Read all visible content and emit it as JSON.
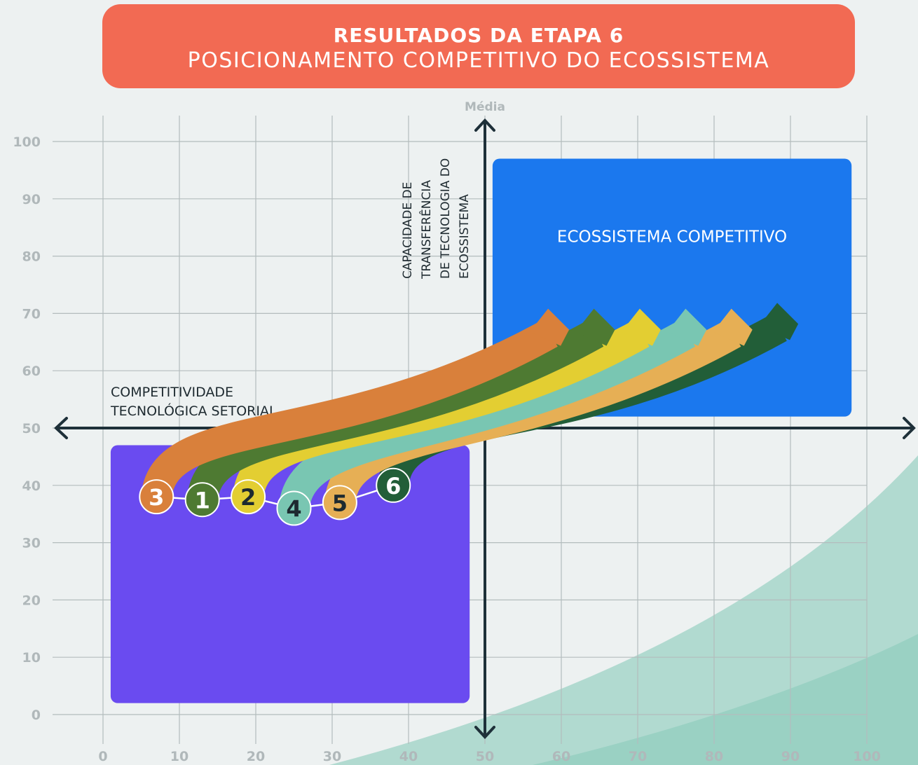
{
  "header": {
    "title": "RESULTADOS DA ETAPA 6",
    "subtitle": "POSICIONAMENTO COMPETITIVO DO ECOSSISTEMA"
  },
  "chart_data": {
    "type": "scatter",
    "title": "RESULTADOS DA ETAPA 6",
    "subtitle": "POSICIONAMENTO COMPETITIVO DO ECOSSISTEMA",
    "xlabel": "COMPETITIVIDADE TECNOLÓGICA SETORIAL",
    "ylabel": "CAPACIDADE DE TRANSFERÊNCIA DE TECNOLOGIA DO ECOSSISTEMA",
    "midpoint_label": "Média",
    "xlim": [
      0,
      100
    ],
    "ylim": [
      0,
      100
    ],
    "x_ticks": [
      0,
      10,
      20,
      30,
      40,
      50,
      60,
      70,
      80,
      90,
      100
    ],
    "y_ticks": [
      0,
      10,
      20,
      30,
      40,
      50,
      60,
      70,
      80,
      90,
      100
    ],
    "x_tick_labels": [
      "0",
      "10",
      "20",
      "30",
      "40",
      "50",
      "60",
      "70",
      "80",
      "90",
      "100"
    ],
    "y_tick_labels": [
      "0",
      "10",
      "20",
      "30",
      "40",
      "50",
      "60",
      "70",
      "80",
      "90",
      "100"
    ],
    "grid": true,
    "quadrants": [
      {
        "label": "ECOSSISTEMA COMPETITIVO",
        "color": "#1b78ee",
        "x_range": [
          51,
          98
        ],
        "y_range": [
          52,
          97
        ]
      },
      {
        "label": "",
        "color": "#6a4bf0",
        "x_range": [
          1,
          48
        ],
        "y_range": [
          2,
          47
        ]
      }
    ],
    "points": [
      {
        "label": "3",
        "x": 7,
        "y": 38,
        "color": "#d9803b",
        "arrow_target": [
          59,
          69
        ]
      },
      {
        "label": "1",
        "x": 13,
        "y": 37.5,
        "color": "#4e7a32",
        "arrow_target": [
          65,
          69
        ]
      },
      {
        "label": "2",
        "x": 19,
        "y": 38,
        "color": "#e3ce32",
        "arrow_target": [
          71,
          69
        ]
      },
      {
        "label": "4",
        "x": 25,
        "y": 36,
        "color": "#79c6b2",
        "arrow_target": [
          77,
          69
        ]
      },
      {
        "label": "5",
        "x": 31,
        "y": 37,
        "color": "#e6af55",
        "arrow_target": [
          83,
          69
        ]
      },
      {
        "label": "6",
        "x": 38,
        "y": 40,
        "color": "#225e38",
        "arrow_target": [
          89,
          70
        ]
      }
    ]
  },
  "colors": {
    "background": "#edf1f1",
    "banner": "#f26a53",
    "grid": "#b3bcbd",
    "axis": "#1e3039",
    "tick_text": "#b0b8ba",
    "decor_teal": "#7fc6b4"
  }
}
